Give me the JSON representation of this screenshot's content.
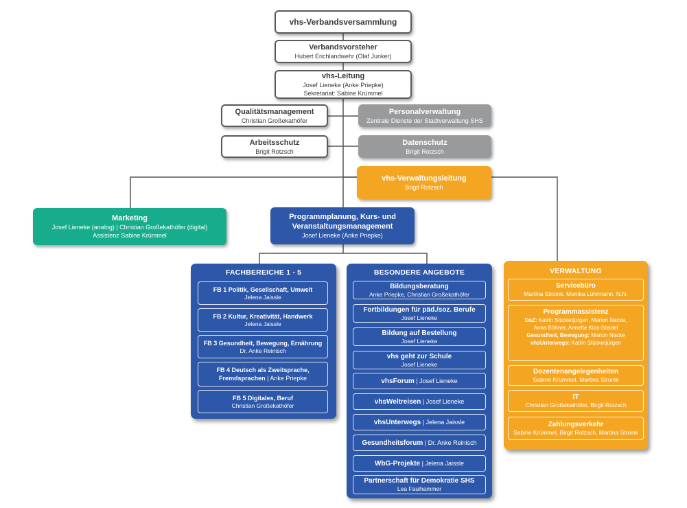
{
  "top": {
    "versammlung": "vhs-Verbandsversammlung",
    "vorsteher": {
      "title": "Verbandsvorsteher",
      "sub": "Hubert Erichlandwehr (Olaf Junker)"
    },
    "leitung": {
      "title": "vhs-Leitung",
      "sub1": "Josef Lieneke (Anke Priepke)",
      "sub2": "Sekretariat: Sabine Krümmel"
    }
  },
  "staff": {
    "qm": {
      "title": "Qualitätsmanagement",
      "sub": "Christian Großekathöfer"
    },
    "personal": {
      "title": "Personalverwaltung",
      "sub": "Zentrale Dienste der Stadtverwaltung SHS"
    },
    "arbeitsschutz": {
      "title": "Arbeitsschutz",
      "sub": "Brigit Rotzsch"
    },
    "datenschutz": {
      "title": "Datenschutz",
      "sub": "Brigit Rotzsch"
    },
    "verwaltungsleitung": {
      "title": "vhs-Verwaltungsleitung",
      "sub": "Brigit Rotzsch"
    }
  },
  "marketing": {
    "title": "Marketing",
    "sub1": "Josef Lieneke (analog) | Christian Großekathöfer (digital)",
    "sub2": "Assistenz Sabine Krümmel"
  },
  "programm": {
    "title1": "Programmplanung, Kurs- und",
    "title2": "Veranstaltungsmanagement",
    "sub": "Josef Lieneke (Anke Priepke)"
  },
  "fachbereiche": {
    "header": "FACHBEREICHE  1 - 5",
    "items": [
      {
        "t1": "FB 1 Politik, Gesellschaft, Umwelt",
        "sub": "Jelena Jaissle"
      },
      {
        "t1": "FB 2 Kultur, Kreativität, Handwerk",
        "sub": "Jelena Jaissle"
      },
      {
        "t1": "FB 3 Gesundheit, Bewegung, Ernährung",
        "sub": "Dr. Anke Reinisch"
      },
      {
        "t1": "FB 4 Deutsch als Zweitsprache,",
        "t2": "Fremdsprachen",
        "t2n": " | Anke Priepke"
      },
      {
        "t1": "FB 5 Digitales, Beruf",
        "sub": "Christian Großekathöfer"
      }
    ]
  },
  "besondere": {
    "header": "BESONDERE ANGEBOTE",
    "items": [
      {
        "t": "Bildungsberatung",
        "sub": "Anke Priepke, Christian Großekathöfer"
      },
      {
        "t": "Fortbildungen für päd./soz. Berufe",
        "sub": "Josef Lieneke"
      },
      {
        "t": "Bildung auf Bestellung",
        "sub": "Josef Lieneke"
      },
      {
        "t": "vhs geht zur Schule",
        "sub": "Josef Lieneke"
      },
      {
        "t": "vhsForum",
        "n": " | Josef Lieneke"
      },
      {
        "t": "vhsWeltreisen",
        "n": " | Josef Lieneke"
      },
      {
        "t": "vhsUnterwegs",
        "n": " | Jelena Jaissle"
      },
      {
        "t": "Gesundheitsforum",
        "n": " | Dr. Anke Reinisch"
      },
      {
        "t": "WbG-Projekte",
        "n": " | Jelena Jaissle"
      },
      {
        "t": "Partnerschaft für Demokratie SHS",
        "sub": "Lea Faulhammer"
      }
    ]
  },
  "verwaltung": {
    "header": "VERWALTUNG",
    "servicebuero": {
      "t": "Servicebüro",
      "sub": "Martina Stroink, Monika Lührmann, N.N."
    },
    "programmassistenz": {
      "t": "Programmassistenz",
      "daz_label": "DaZ:",
      "daz_text1": " Katrin Stückerjürgen, Marion Nacke,",
      "daz_text2": "Anna Böhner, Annette Klos-Steidel",
      "gesundheit_label": "Gesundheit, Bewegung:",
      "gesundheit_text": " Marion Nacke",
      "unterwegs_label": "vhsUnterwegs:",
      "unterwegs_text": " Katrin Stückerjürgen"
    },
    "dozenten": {
      "t": "Dozentenangelegenheiten",
      "sub": "Sabine Krümmel, Martina Stroink"
    },
    "it": {
      "t": "IT",
      "sub": "Christian Großekathöfer, Birgit Rotzsch"
    },
    "zahlung": {
      "t": "Zahlungsverkehr",
      "sub": "Sabine Krümmel, Birgit Rotzsch, Martina Stroink"
    }
  },
  "colors": {
    "blue": "#2d57a8",
    "orange": "#f4a623",
    "teal": "#17ad8c",
    "gray": "#999a9c",
    "line": "#555555"
  }
}
